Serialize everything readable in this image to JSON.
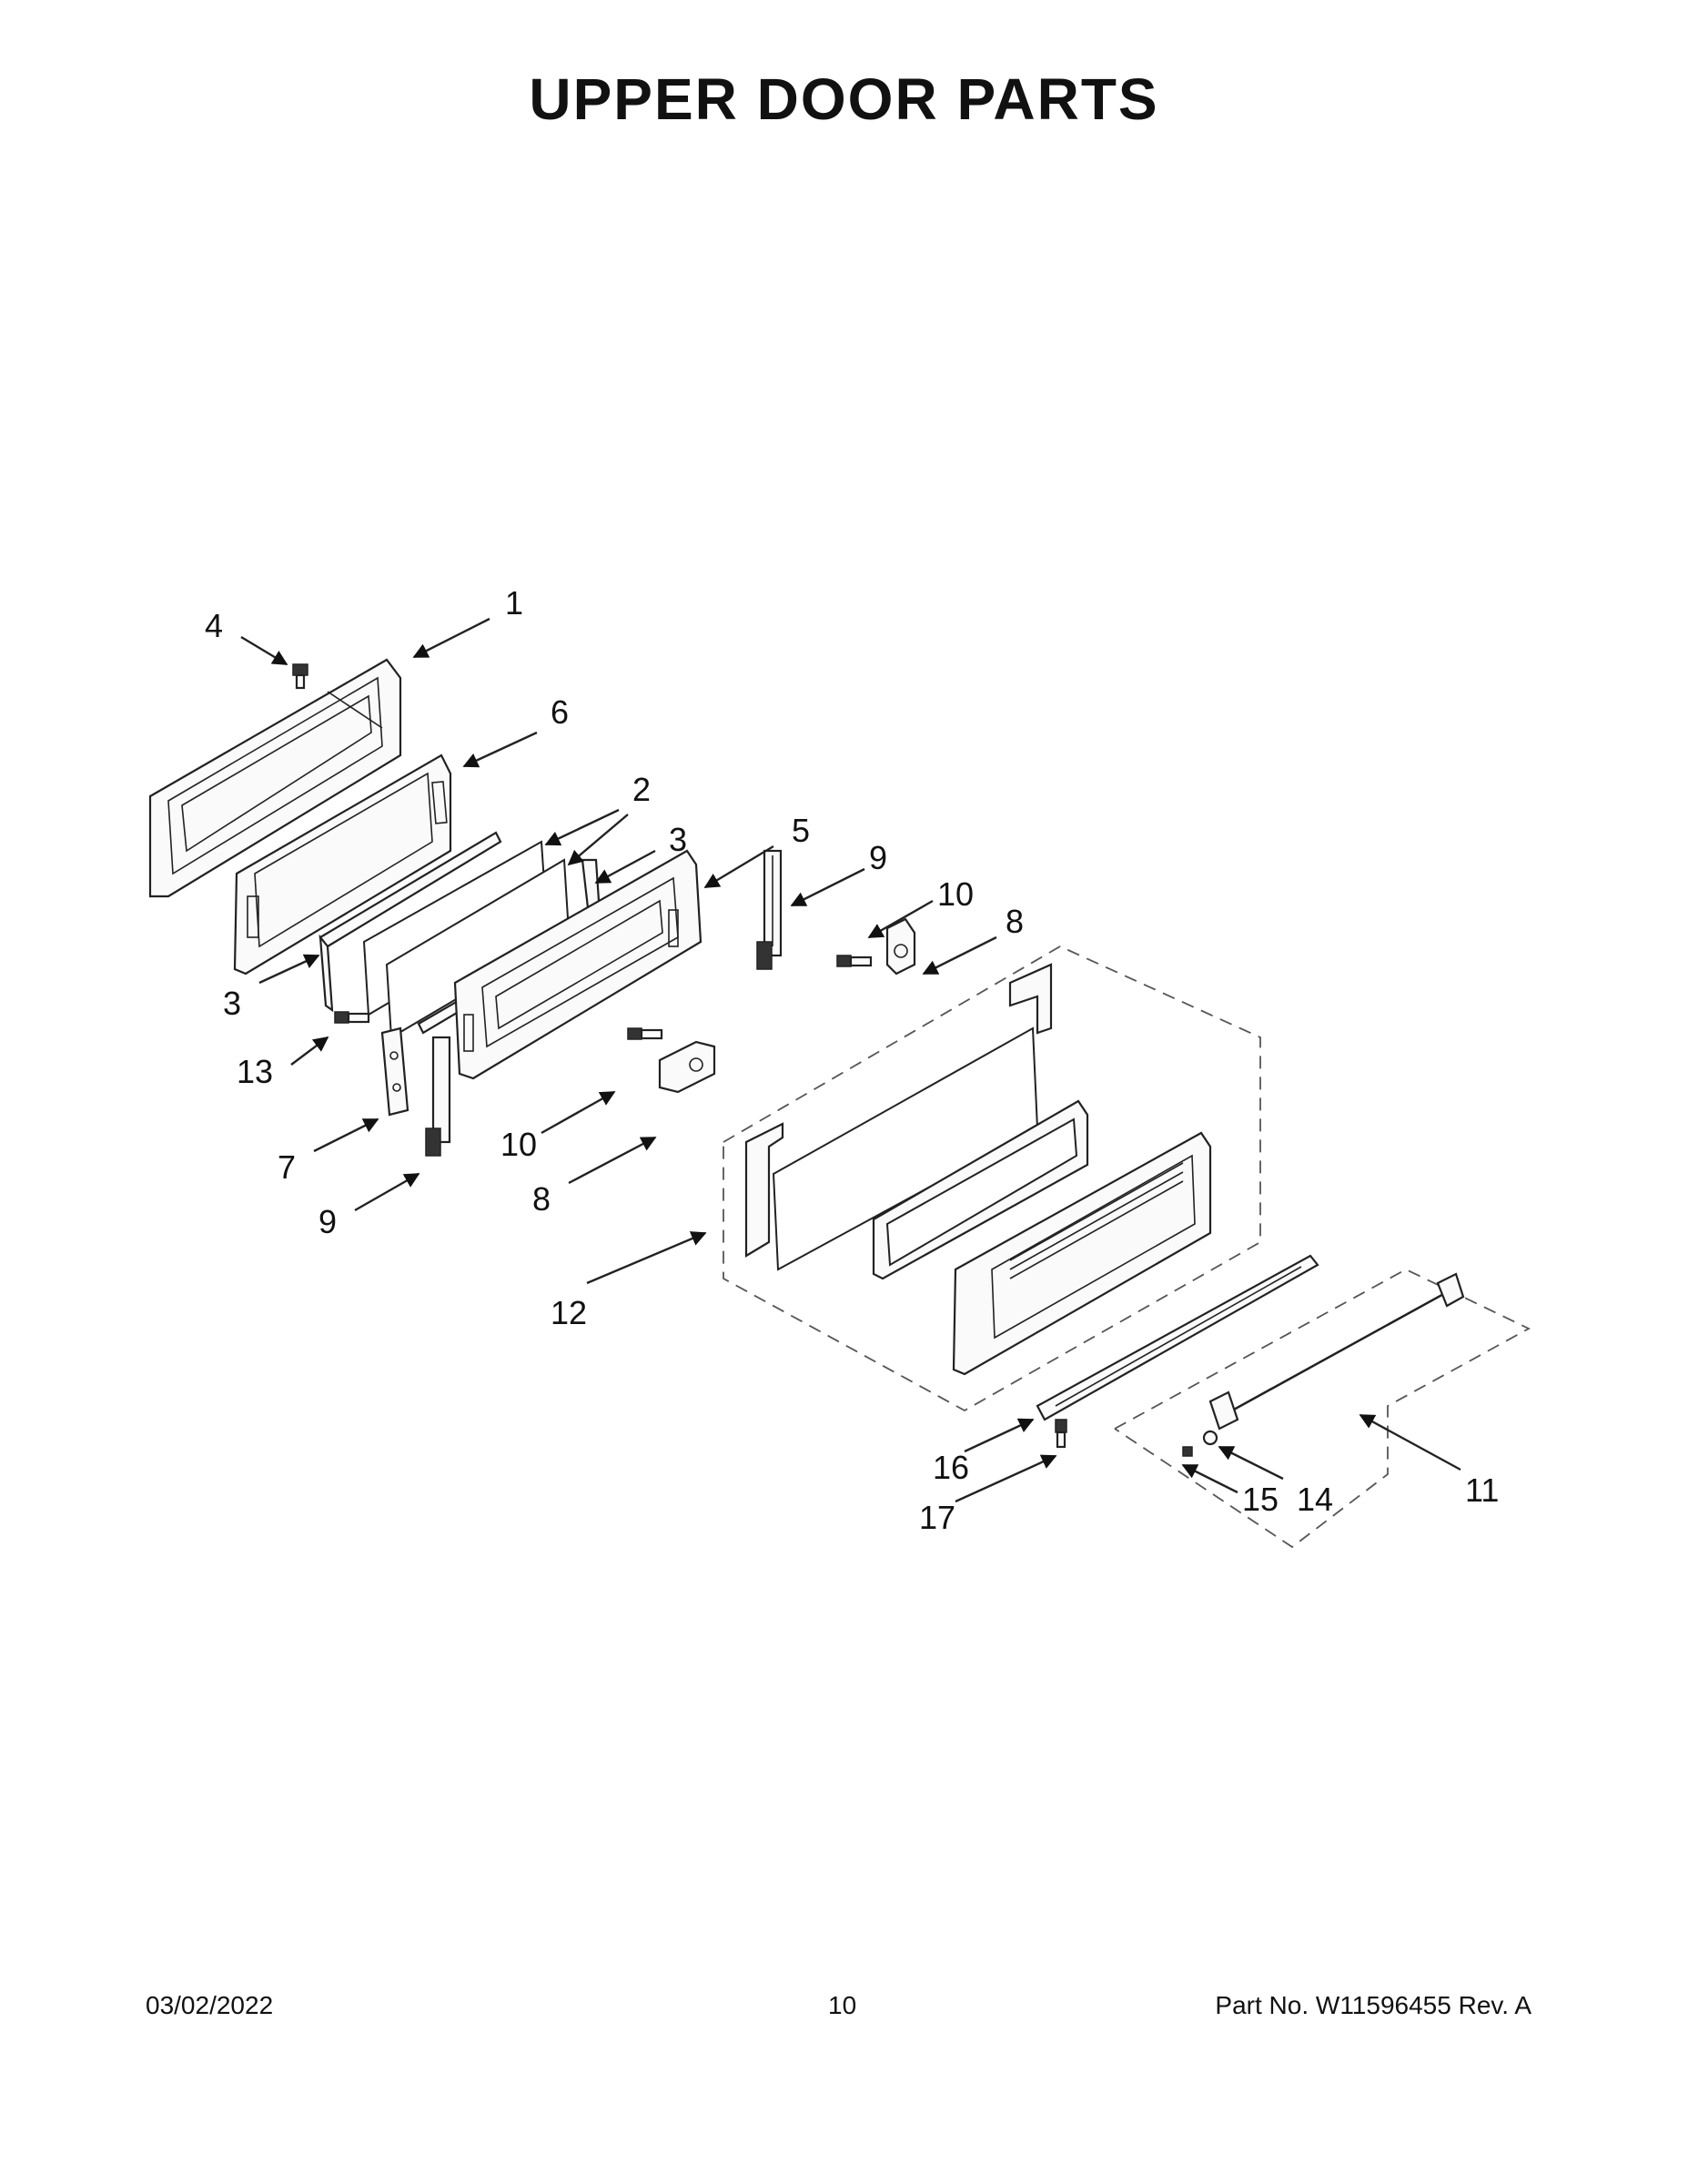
{
  "title": "UPPER DOOR PARTS",
  "footer": {
    "date": "03/02/2022",
    "page": "10",
    "part_number": "Part No.  W11596455  Rev.  A"
  },
  "callouts": [
    {
      "id": "c1",
      "label": "1"
    },
    {
      "id": "c2",
      "label": "2"
    },
    {
      "id": "c3a",
      "label": "3"
    },
    {
      "id": "c3b",
      "label": "3"
    },
    {
      "id": "c4",
      "label": "4"
    },
    {
      "id": "c5",
      "label": "5"
    },
    {
      "id": "c6",
      "label": "6"
    },
    {
      "id": "c7",
      "label": "7"
    },
    {
      "id": "c8a",
      "label": "8"
    },
    {
      "id": "c8b",
      "label": "8"
    },
    {
      "id": "c9a",
      "label": "9"
    },
    {
      "id": "c9b",
      "label": "9"
    },
    {
      "id": "c10a",
      "label": "10"
    },
    {
      "id": "c10b",
      "label": "10"
    },
    {
      "id": "c11",
      "label": "11"
    },
    {
      "id": "c12",
      "label": "12"
    },
    {
      "id": "c13",
      "label": "13"
    },
    {
      "id": "c14",
      "label": "14"
    },
    {
      "id": "c15",
      "label": "15"
    },
    {
      "id": "c16",
      "label": "16"
    },
    {
      "id": "c17",
      "label": "17"
    }
  ]
}
